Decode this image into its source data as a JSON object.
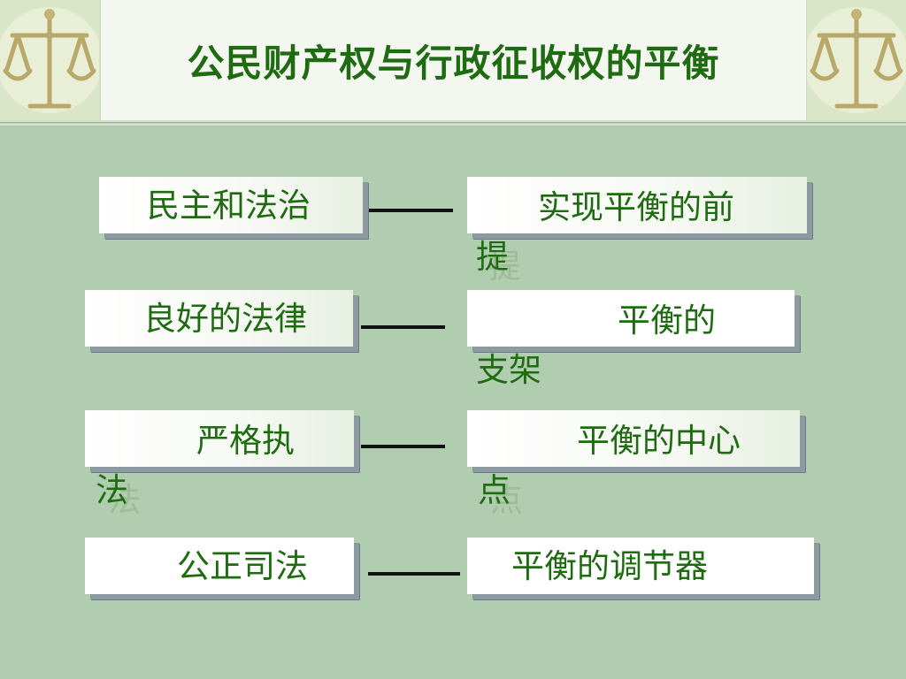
{
  "title": "公民财产权与行政征收权的平衡",
  "rows": [
    {
      "left": "民主和法治",
      "right_main": "实现平衡的前",
      "right_cont": "提"
    },
    {
      "left": "良好的法律",
      "right_main": "平衡的",
      "right_cont": "支架"
    },
    {
      "left_main": "严格执",
      "left_cont": "法",
      "right_main": "平衡的中心",
      "right_cont": "点"
    },
    {
      "left": "公正司法",
      "right_main": "平衡的调节器"
    }
  ],
  "icons": {
    "logo": "scales-of-justice-icon"
  },
  "colors": {
    "background": "#b1cdb0",
    "text": "#1f6b12",
    "title_box": "#f4f6f0"
  }
}
